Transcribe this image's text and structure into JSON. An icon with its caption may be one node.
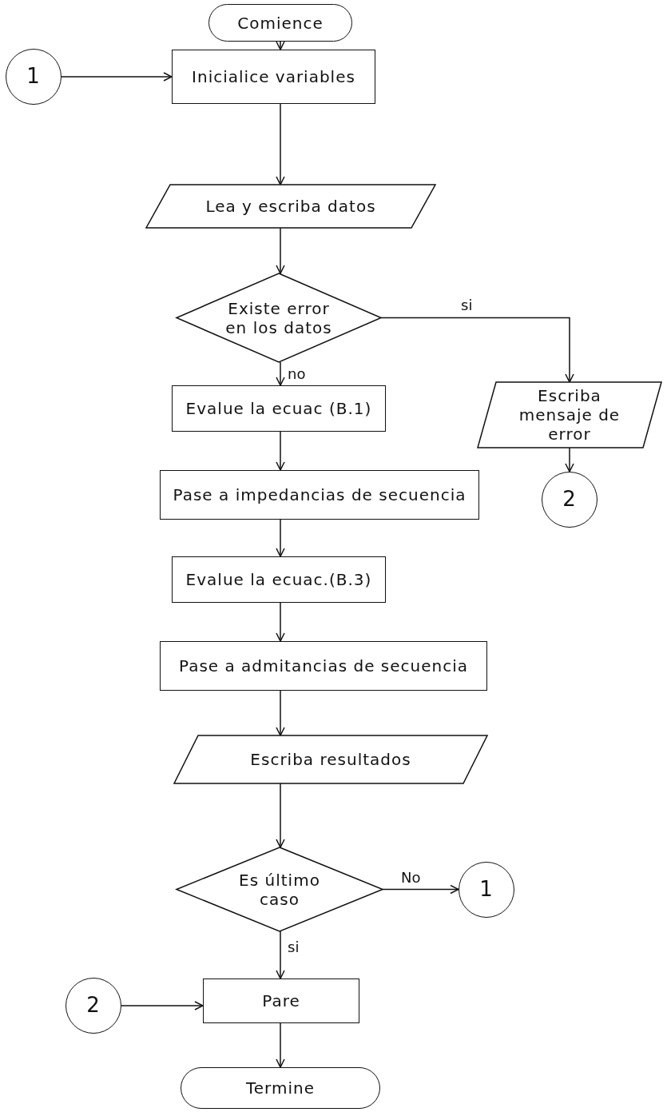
{
  "diagram": {
    "nodes": [
      {
        "text": [
          "Comience"
        ]
      },
      {
        "text": [
          "1"
        ]
      },
      {
        "text": [
          "Inicialice variables"
        ]
      },
      {
        "text": [
          "Lea y escriba datos"
        ]
      },
      {
        "text": [
          "Existe error en los datos"
        ]
      },
      {
        "text": [
          "Escriba mensaje de error"
        ]
      },
      {
        "text": [
          "2"
        ]
      },
      {
        "text": [
          "Evalue la ecuac (B.1)"
        ]
      },
      {
        "text": [
          "Pase a impedancias de secuencia"
        ]
      },
      {
        "text": [
          "Evalue la ecuac.(B.3)"
        ]
      },
      {
        "text": [
          "Pase a admitancias de secuencia"
        ]
      },
      {
        "text": [
          "Escriba resultados"
        ]
      },
      {
        "text": [
          "Es último caso"
        ]
      },
      {
        "text": [
          "1"
        ]
      },
      {
        "text": [
          "2"
        ]
      },
      {
        "text": [
          "Pare"
        ]
      },
      {
        "text": [
          "Termine"
        ]
      }
    ],
    "edges": [
      {
        "from": 0,
        "to": 2,
        "arrow": "to"
      },
      {
        "from": 1,
        "to": 2,
        "arrow": "to"
      },
      {
        "from": 2,
        "to": 3,
        "arrow": "to"
      },
      {
        "from": 3,
        "to": 4,
        "arrow": "to"
      },
      {
        "from": 4,
        "to": 5,
        "arrow": "to",
        "label": "si"
      },
      {
        "from": 4,
        "to": 7,
        "arrow": "to",
        "label": "no"
      },
      {
        "from": 5,
        "to": 6,
        "arrow": "to"
      },
      {
        "from": 7,
        "to": 8,
        "arrow": "to"
      },
      {
        "from": 8,
        "to": 9,
        "arrow": "to"
      },
      {
        "from": 9,
        "to": 10,
        "arrow": "to"
      },
      {
        "from": 10,
        "to": 11,
        "arrow": "to"
      },
      {
        "from": 11,
        "to": 12,
        "arrow": "to"
      },
      {
        "from": 12,
        "to": 13,
        "arrow": "to",
        "label": "No"
      },
      {
        "from": 12,
        "to": 15,
        "arrow": "to",
        "label": "si"
      },
      {
        "from": 14,
        "to": 15,
        "arrow": "to"
      },
      {
        "from": 15,
        "to": 16,
        "arrow": "to"
      }
    ]
  }
}
